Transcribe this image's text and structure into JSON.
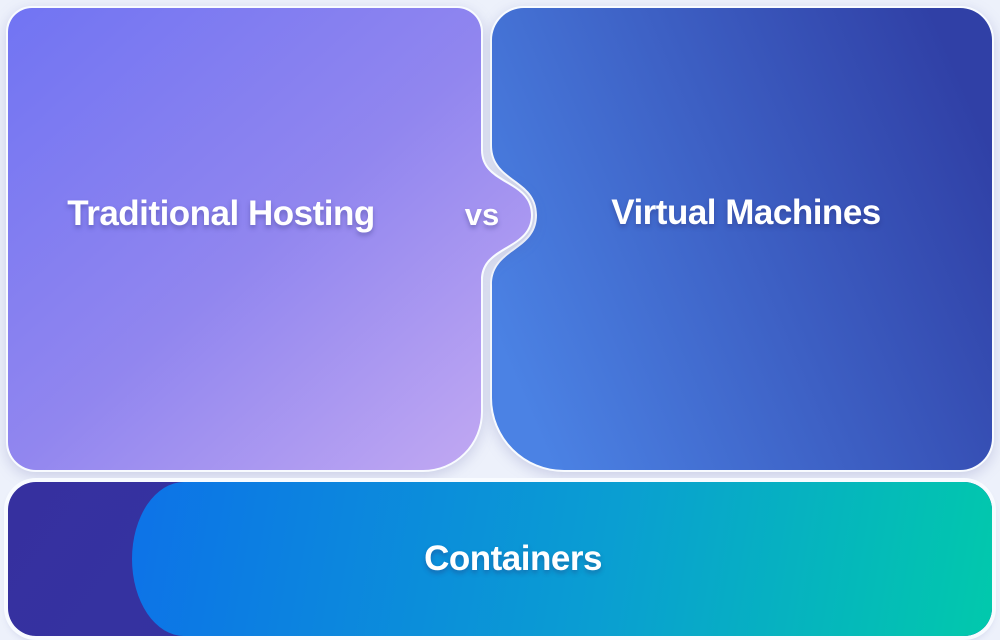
{
  "comparison": {
    "left_card": {
      "label": "Traditional Hosting"
    },
    "vs_label": "vs",
    "right_card": {
      "label": "Virtual Machines"
    },
    "bottom_card": {
      "label": "Containers"
    }
  },
  "colors": {
    "background": "#edf1fb",
    "card_stroke": "#f8fbff",
    "text": "#ffffff",
    "trad_a": "#7174f3",
    "trad_b": "#9186ef",
    "trad_c": "#c6acf3",
    "vm_a": "#4b82e4",
    "vm_b": "#3040a6",
    "cont_outer_a": "#36309f",
    "cont_outer_b": "#303aa5",
    "cont_inner_a": "#0d72e8",
    "cont_inner_b": "#0a9ed2",
    "cont_inner_c": "#01c9ac"
  }
}
